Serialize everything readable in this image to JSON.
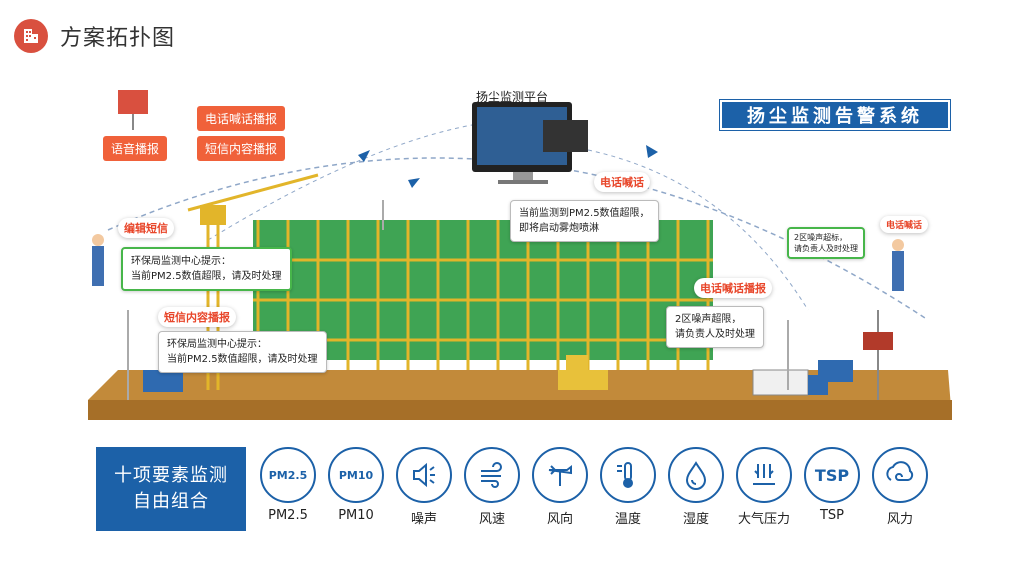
{
  "header": {
    "title": "方案拓扑图"
  },
  "diagram": {
    "system_title": "扬尘监测告警系统",
    "platform_label": "扬尘监测平台",
    "labels": {
      "phone_broadcast": "电话喊话播报",
      "voice_broadcast": "语音播报",
      "sms_broadcast": "短信内容播报",
      "edit_sms": "编辑短信",
      "sms_content_broadcast": "短信内容播报",
      "phone_call": "电话喊话",
      "phone_call_broadcast": "电话喊话播报",
      "phone_call_right": "电话喊话"
    },
    "messages": {
      "epb_line1": "环保局监测中心提示：",
      "epb_line2": "当前PM2.5数值超限，请及时处理",
      "epb2_line1": "环保局监测中心提示：",
      "epb2_line2": "当前PM2.5数值超限，请及时处理",
      "center_line1": "当前监测到PM2.5数值超限，",
      "center_line2": "即将启动雾炮喷淋",
      "noise_line1": "2区噪声超限，",
      "noise_line2": "请负责人及时处理",
      "small_line1": "2区噪声超标，",
      "small_line2": "请负责人及时处理"
    }
  },
  "bottom": {
    "title_line1": "十项要素监测",
    "title_line2": "自由组合",
    "sensors": [
      {
        "label": "PM2.5",
        "icon": "pm25-icon",
        "text": "PM2.5"
      },
      {
        "label": "PM10",
        "icon": "pm10-icon",
        "text": "PM10"
      },
      {
        "label": "噪声",
        "icon": "noise-icon",
        "text": ""
      },
      {
        "label": "风速",
        "icon": "wind-speed-icon",
        "text": ""
      },
      {
        "label": "风向",
        "icon": "wind-direction-icon",
        "text": ""
      },
      {
        "label": "温度",
        "icon": "temperature-icon",
        "text": ""
      },
      {
        "label": "湿度",
        "icon": "humidity-icon",
        "text": ""
      },
      {
        "label": "大气压力",
        "icon": "pressure-icon",
        "text": ""
      },
      {
        "label": "TSP",
        "icon": "tsp-icon",
        "text": "TSP"
      },
      {
        "label": "风力",
        "icon": "wind-force-icon",
        "text": ""
      }
    ]
  },
  "colors": {
    "accent_blue": "#1c61a8",
    "accent_red": "#f0613a",
    "header_red": "#d9503f"
  }
}
